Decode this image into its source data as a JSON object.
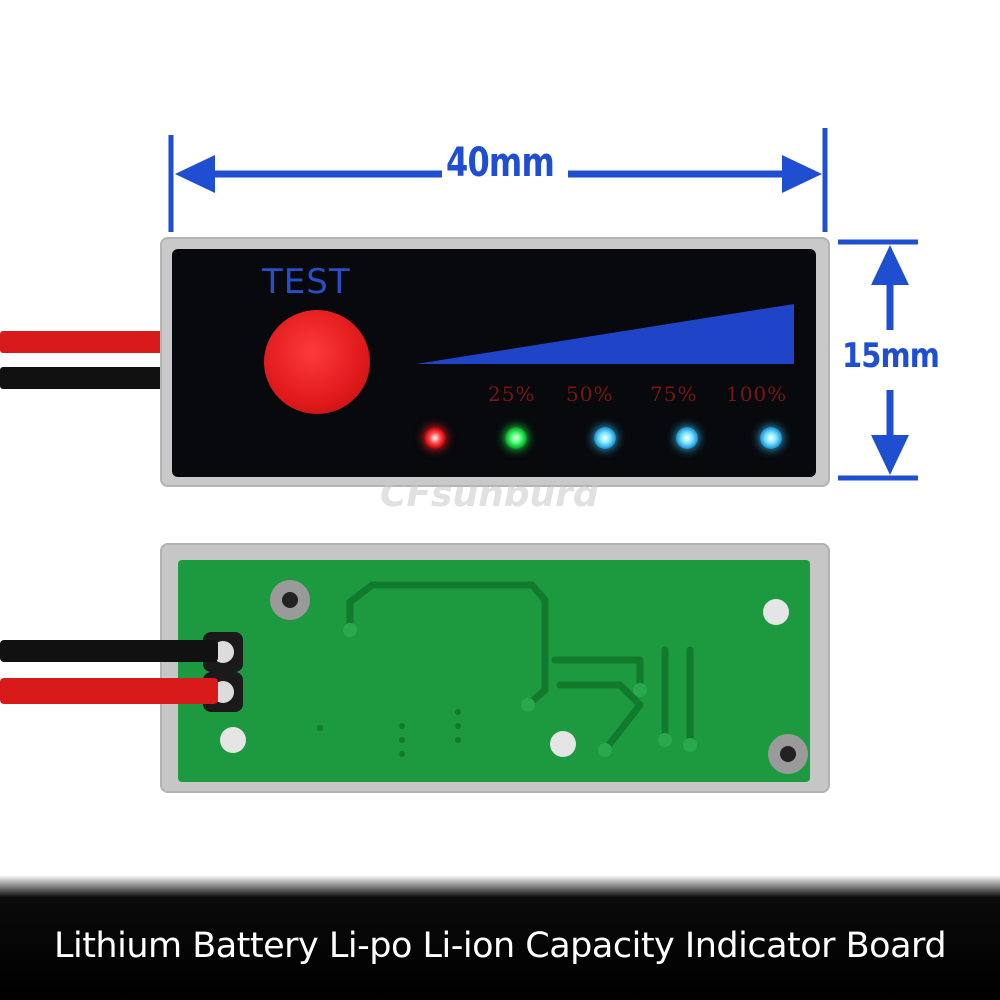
{
  "dimensions": {
    "width_label": "40mm",
    "height_label": "15mm",
    "arrow_color": "#1f4fd0"
  },
  "front_panel": {
    "button_label": "TEST",
    "button_color": "#e01a1a",
    "level_bar_color": "#1f44c8",
    "levels": [
      "25%",
      "50%",
      "75%",
      "100%"
    ],
    "indicator_colors": [
      "red",
      "green",
      "blue",
      "blue",
      "blue"
    ]
  },
  "watermark": "CFsunburd",
  "wires": {
    "colors": [
      "#d81a1a",
      "#111111"
    ]
  },
  "caption": "Lithium Battery Li-po Li-ion Capacity Indicator Board"
}
